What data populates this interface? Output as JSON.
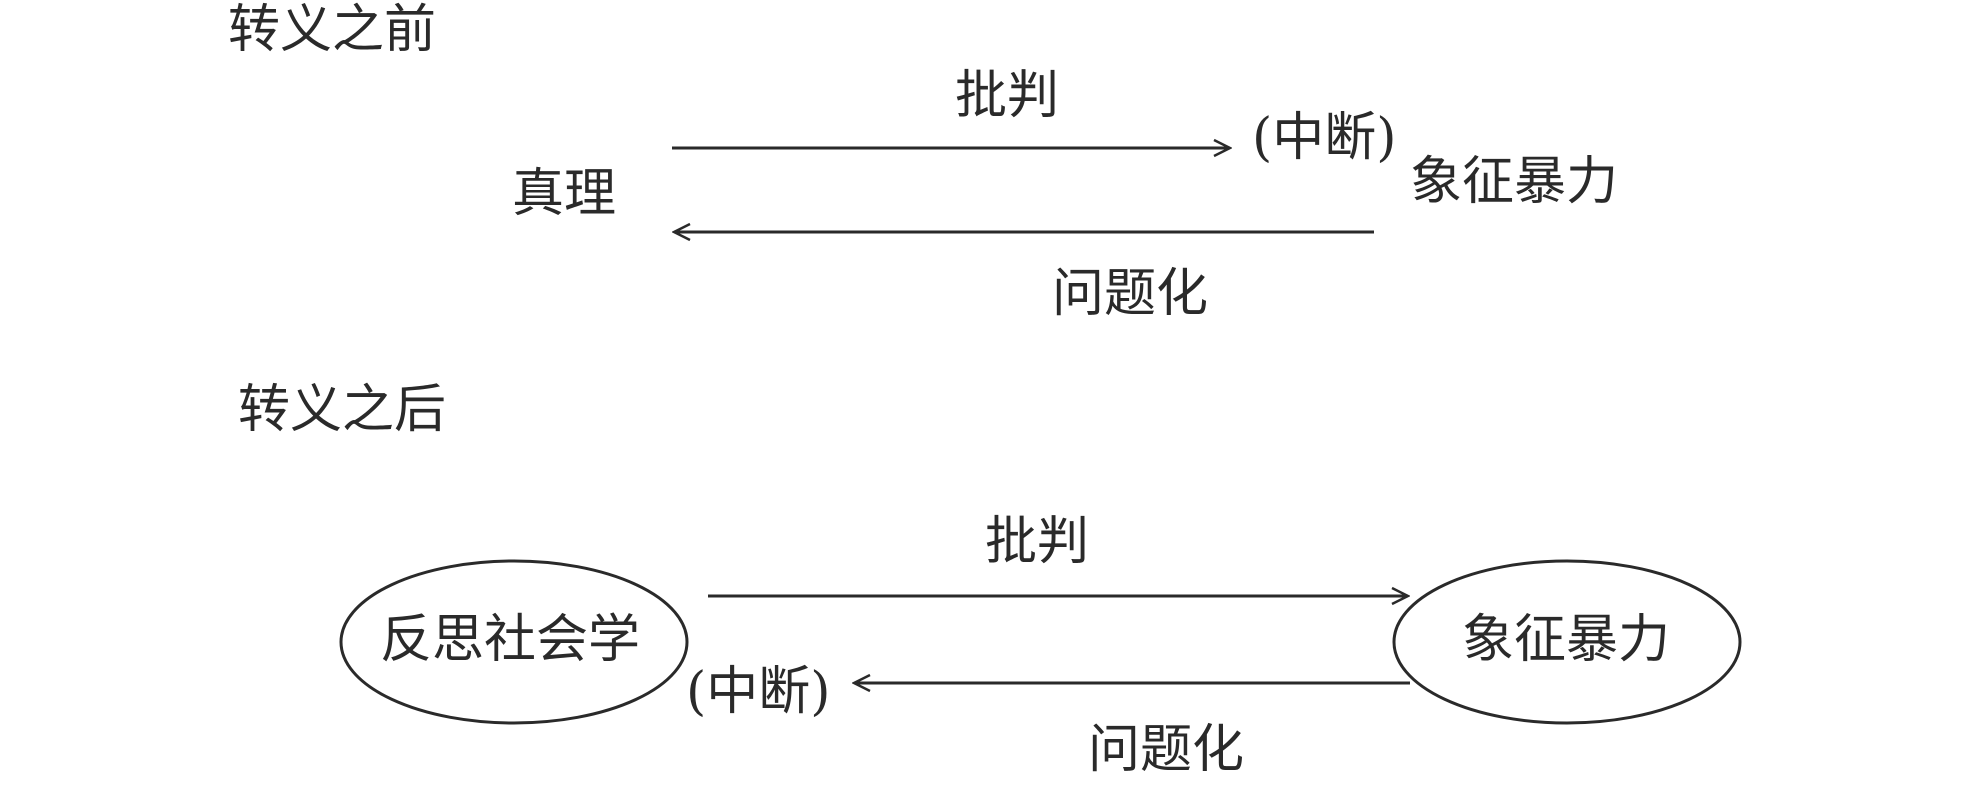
{
  "before": {
    "heading": "转义之前",
    "left_node": "真理",
    "right_node": "象征暴力",
    "top_arrow_label": "批判",
    "top_arrow_note": "(中断)",
    "bottom_arrow_label": "问题化"
  },
  "after": {
    "heading": "转义之后",
    "left_node": "反思社会学",
    "right_node": "象征暴力",
    "top_arrow_label": "批判",
    "bottom_arrow_note": "(中断)",
    "bottom_arrow_label": "问题化"
  },
  "colors": {
    "stroke": "#2a2a2a",
    "background": "#ffffff"
  }
}
